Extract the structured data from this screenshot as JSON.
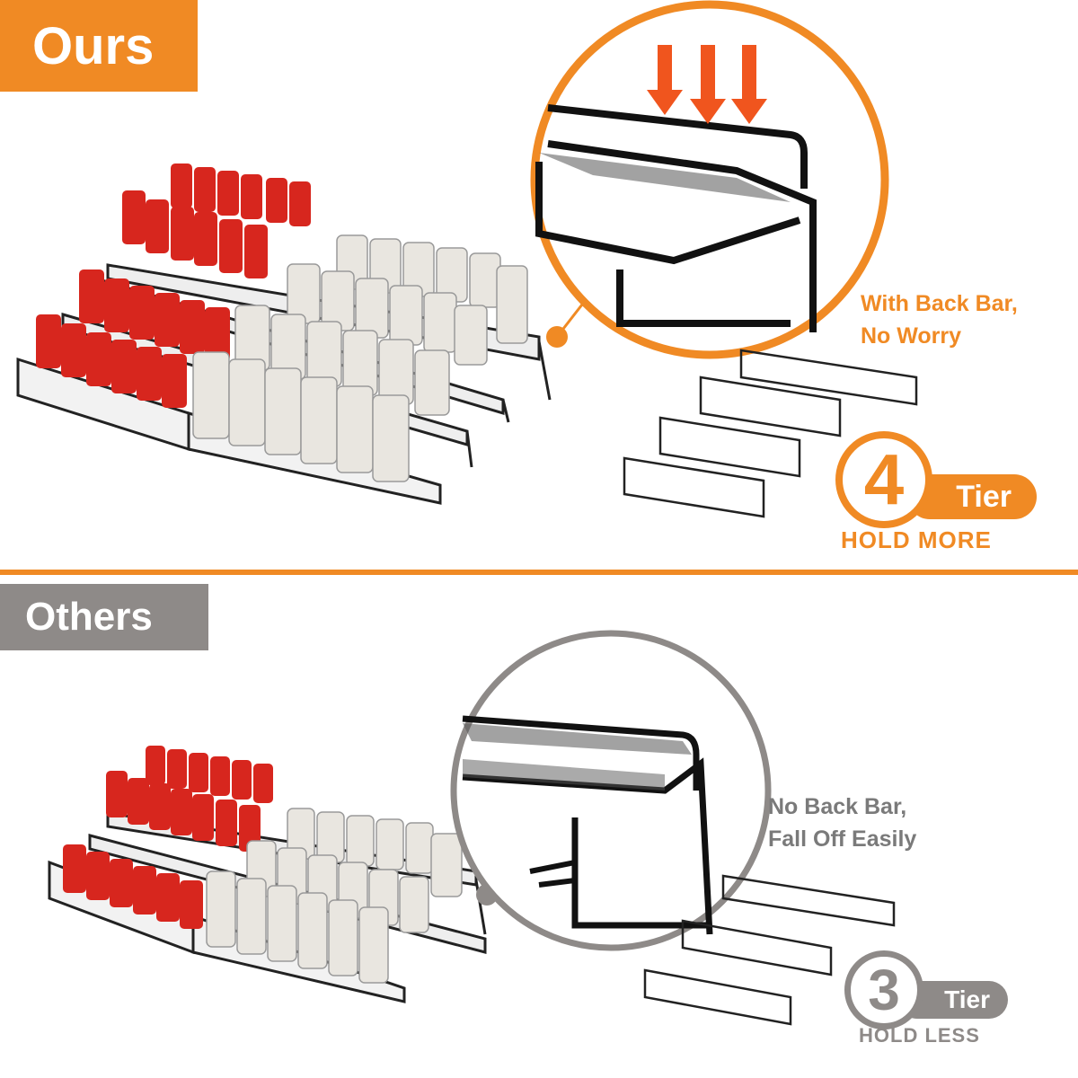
{
  "ours": {
    "label": "Ours",
    "caption_line1": "With Back Bar,",
    "caption_line2": "No Worry",
    "tier_number": "4",
    "tier_label": "Tier",
    "hold_text": "HOLD MORE",
    "accent_color": "#f08a24"
  },
  "others": {
    "label": "Others",
    "caption_line1": "No Back Bar,",
    "caption_line2": "Fall Off Easily",
    "tier_number": "3",
    "tier_label": "Tier",
    "hold_text": "HOLD LESS",
    "accent_color": "#8e8a88"
  },
  "icons": [
    "down-arrow-icon",
    "stair-tier-icon",
    "magnifier-circle-icon"
  ]
}
